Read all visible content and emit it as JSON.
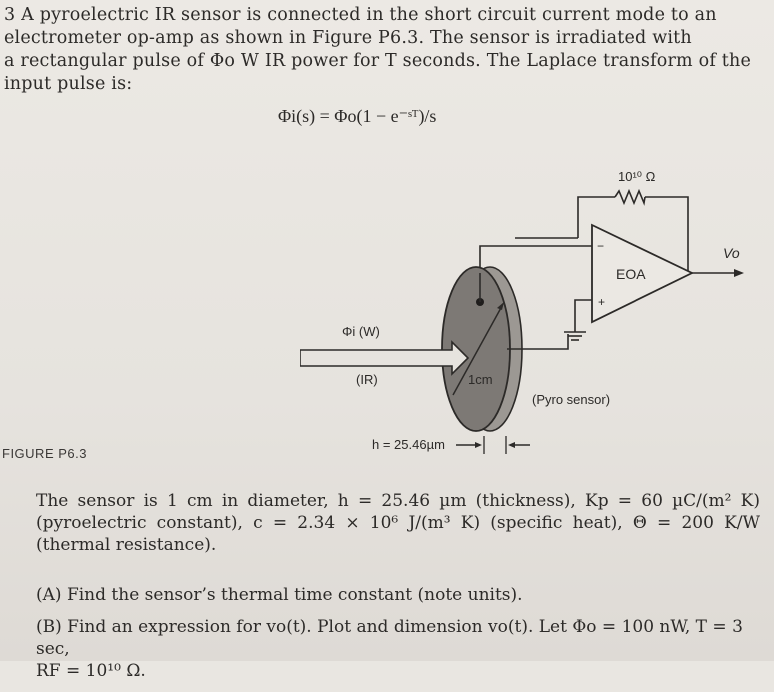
{
  "problem": {
    "line1": "3 A pyroelectric IR sensor is connected in the short circuit current mode to an",
    "line2": "electrometer op-amp as shown in Figure P6.3. The sensor is irradiated with",
    "line3": "a rectangular pulse of Φo W IR power for T seconds. The Laplace transform of the",
    "line4": "input pulse is:",
    "equation": "Φi(s) = Φo(1 − e⁻ˢᵀ)/s"
  },
  "figure": {
    "label": "FIGURE P6.3",
    "resistor_label": "10¹⁰ Ω",
    "output_label": "Vo",
    "opamp_label": "EOA",
    "minus_sign": "−",
    "plus_sign": "+",
    "input_label": "Φi (W)",
    "ir_label": "(IR)",
    "diameter_label": "1cm",
    "sensor_label": "(Pyro sensor)",
    "thickness_label": "h = 25.46µm"
  },
  "params": {
    "text": "The sensor is 1 cm in diameter, h = 25.46 µm (thickness), Kp = 60 µC/(m² K) (pyroelectric constant), c = 2.34 × 10⁶ J/(m³ K) (specific heat), Θ = 200 K/W (thermal resistance)."
  },
  "questions": {
    "a": "(A) Find the sensor’s thermal time constant (note units).",
    "b": "(B) Find an expression for vo(t). Plot and dimension vo(t). Let Φo = 100 nW, T = 3 sec,",
    "b2": "RF = 10¹⁰ Ω."
  }
}
